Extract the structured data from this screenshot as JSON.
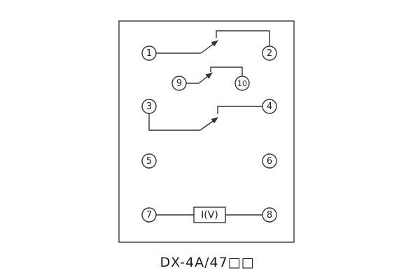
{
  "line_color": "#333333",
  "diagram": {
    "terminals": {
      "t1": "1",
      "t2": "2",
      "t3": "3",
      "t4": "4",
      "t5": "5",
      "t6": "6",
      "t7": "7",
      "t8": "8",
      "t9": "9",
      "t10": "10"
    },
    "meter_box_label": "I(V)",
    "caption": "DX-4A/47□□"
  }
}
